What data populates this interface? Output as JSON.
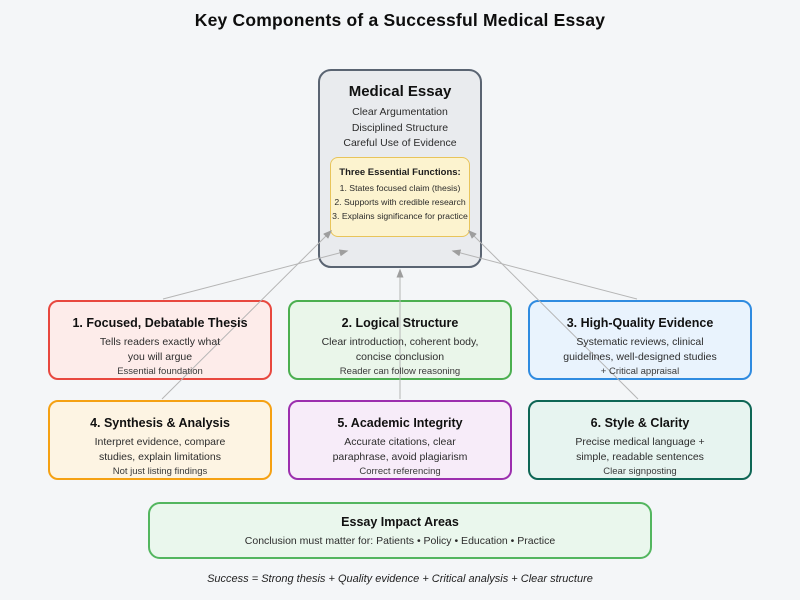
{
  "page": {
    "title": "Key Components of a Successful Medical Essay",
    "background_color": "#f4f6f8",
    "footer": "Success = Strong thesis + Quality evidence + Critical analysis + Clear structure"
  },
  "central": {
    "title": "Medical Essay",
    "lines": [
      "Clear Argumentation",
      "Disciplined Structure",
      "Careful Use of Evidence"
    ],
    "border_color": "#5a6472",
    "fill_color": "#e9ebee",
    "functions_box": {
      "title": "Three Essential Functions:",
      "items": [
        "1. States focused claim (thesis)",
        "2. Supports with credible research",
        "3. Explains significance for practice"
      ],
      "border_color": "#e8c45a",
      "fill_color": "#fcf3cf"
    }
  },
  "components": [
    {
      "title": "1. Focused, Debatable Thesis",
      "line1": "Tells readers exactly what",
      "line2": "you will argue",
      "note": "Essential foundation",
      "border_color": "#e8483f",
      "fill_color": "#fdecea"
    },
    {
      "title": "2. Logical Structure",
      "line1": "Clear introduction, coherent body,",
      "line2": "concise conclusion",
      "note": "Reader can follow reasoning",
      "border_color": "#4caf50",
      "fill_color": "#eaf6ea"
    },
    {
      "title": "3. High-Quality Evidence",
      "line1": "Systematic reviews, clinical",
      "line2": "guidelines, well-designed studies",
      "note": "+ Critical appraisal",
      "border_color": "#2f8be0",
      "fill_color": "#e9f3fd"
    },
    {
      "title": "4. Synthesis & Analysis",
      "line1": "Interpret evidence, compare",
      "line2": "studies, explain limitations",
      "note": "Not just listing findings",
      "border_color": "#f5a113",
      "fill_color": "#fdf4e3"
    },
    {
      "title": "5. Academic Integrity",
      "line1": "Accurate citations, clear",
      "line2": "paraphrase, avoid plagiarism",
      "note": "Correct referencing",
      "border_color": "#9c2fae",
      "fill_color": "#f7ecf9"
    },
    {
      "title": "6. Style & Clarity",
      "line1": "Precise medical language +",
      "line2": "simple, readable sentences",
      "note": "Clear signposting",
      "border_color": "#0e6655",
      "fill_color": "#e7f4f0"
    }
  ],
  "impact": {
    "title": "Essay Impact Areas",
    "line": "Conclusion must matter for: Patients • Policy • Education • Practice",
    "border_color": "#53b65f",
    "fill_color": "#eaf7ed"
  },
  "connector_color": "#b5b5b5",
  "arrowhead_color": "#9e9e9e"
}
